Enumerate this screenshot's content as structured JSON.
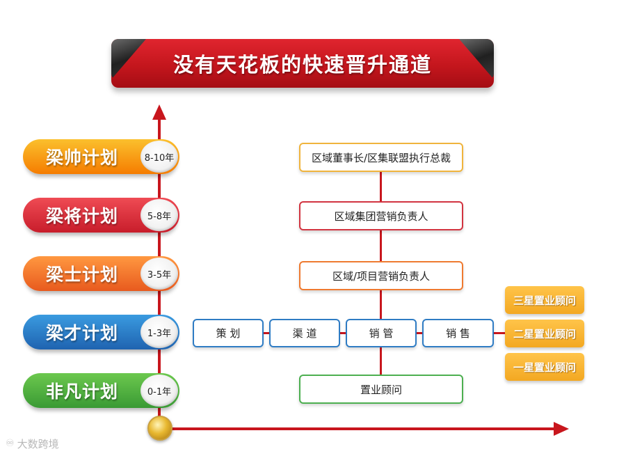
{
  "title": "没有天花板的快速晋升通道",
  "plans": [
    {
      "name": "梁帅计划",
      "years": "8-10年",
      "color_top": "#fbc02d",
      "color_bottom": "#f57c00"
    },
    {
      "name": "梁将计划",
      "years": "5-8年",
      "color_top": "#ef4b54",
      "color_bottom": "#c81d2b"
    },
    {
      "name": "梁士计划",
      "years": "3-5年",
      "color_top": "#ff9840",
      "color_bottom": "#e85a1e"
    },
    {
      "name": "梁才计划",
      "years": "1-3年",
      "color_top": "#3a9be0",
      "color_bottom": "#1f63b0"
    },
    {
      "name": "非凡计划",
      "years": "0-1年",
      "color_top": "#6cc84e",
      "color_bottom": "#3a9a34"
    }
  ],
  "org": {
    "top": "区域董事长/区集联盟执行总裁",
    "group": "区域集团营销负责人",
    "project": "区域/项目营销负责人",
    "departments": [
      "策 划",
      "渠 道",
      "销 管",
      "销 售"
    ],
    "base": "置业顾问"
  },
  "stars": [
    "三星置业顾问",
    "二星置业顾问",
    "一星置业顾问"
  ],
  "watermark": "大数跨境",
  "colors": {
    "accent": "#c8161d",
    "gold": "#f3a822"
  }
}
